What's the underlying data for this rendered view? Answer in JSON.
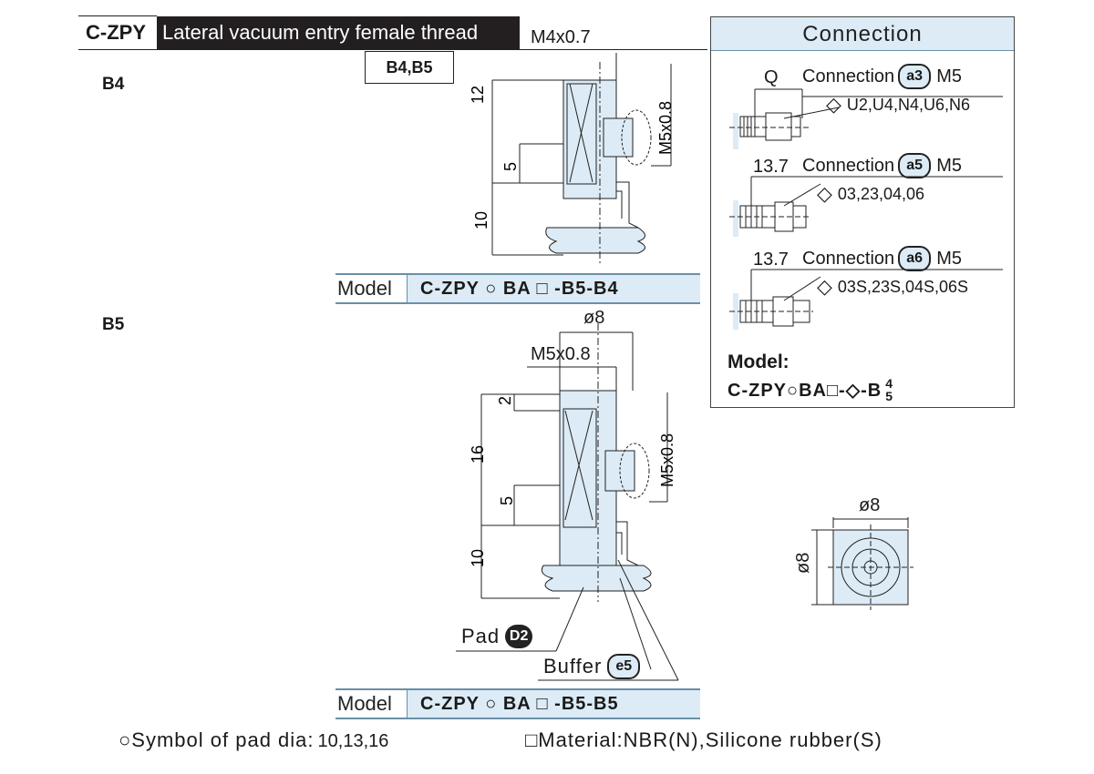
{
  "header": {
    "code": "C-ZPY",
    "title": "Lateral vacuum entry female thread",
    "badge": "B4,B5"
  },
  "b4": {
    "section_label": "B4",
    "dims": {
      "thread_top": "M4x0.7",
      "thread_side": "M5x0.8",
      "height_12": "12",
      "height_5": "5",
      "height_10": "10"
    },
    "model_label": "Model",
    "model_code": "C-ZPY ○ BA □ -B5-B4"
  },
  "b5": {
    "section_label": "B5",
    "dims": {
      "diameter": "ø8",
      "thread_top": "M5x0.8",
      "thread_side": "M5x0.8",
      "height_2": "2",
      "height_16": "16",
      "height_5": "5",
      "height_10": "10"
    },
    "pad_label": "Pad",
    "pad_badge": "D2",
    "buffer_label": "Buffer",
    "buffer_badge": "e5",
    "model_label": "Model",
    "model_code": "C-ZPY ○ BA □ -B5-B5"
  },
  "connection": {
    "title": "Connection",
    "items": [
      {
        "dim": "Q",
        "label": "Connection",
        "badge": "a3",
        "thread": "M5",
        "options": "U2,U4,N4,U6,N6"
      },
      {
        "dim": "13.7",
        "label": "Connection",
        "badge": "a5",
        "thread": "M5",
        "options": "03,23,04,06"
      },
      {
        "dim": "13.7",
        "label": "Connection",
        "badge": "a6",
        "thread": "M5",
        "options": "03S,23S,04S,06S"
      }
    ],
    "model_label": "Model:",
    "model_code": "C-ZPY○BA□-◇-B",
    "model_sup": "4",
    "model_sub": "5"
  },
  "top_view": {
    "dia_top": "ø8",
    "dia_side": "ø8"
  },
  "footer": {
    "pad_symbol": "○Symbol of pad dia:",
    "pad_values": "10,13,16",
    "material": "□Material:NBR(N),Silicone rubber(S)"
  },
  "colors": {
    "part_fill": "#dcebf5",
    "accent_line": "#6b8fa8",
    "header_bg": "#231f20"
  }
}
